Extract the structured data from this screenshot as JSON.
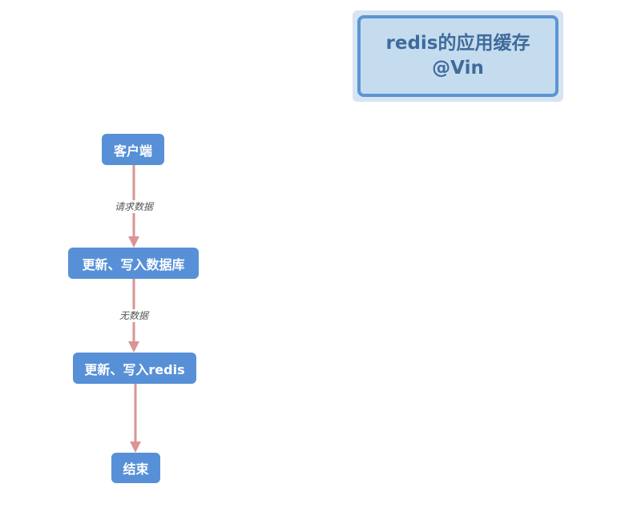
{
  "title": {
    "line1": "redis的应用缓存",
    "line2": "@Vin"
  },
  "nodes": [
    {
      "id": "client",
      "label": "客户端"
    },
    {
      "id": "update-db",
      "label": "更新、写入数据库"
    },
    {
      "id": "update-redis",
      "label": "更新、写入redis"
    },
    {
      "id": "end",
      "label": "结束"
    }
  ],
  "edges": [
    {
      "from": "client",
      "to": "update-db",
      "label": "请求数据"
    },
    {
      "from": "update-db",
      "to": "update-redis",
      "label": "无数据"
    },
    {
      "from": "update-redis",
      "to": "end",
      "label": ""
    }
  ],
  "colors": {
    "node_fill": "#5790d7",
    "node_text": "#ffffff",
    "edge": "#d99594",
    "title_fill": "#c5dcee",
    "title_border": "#5b95d3",
    "title_text": "#3f6b9c"
  }
}
